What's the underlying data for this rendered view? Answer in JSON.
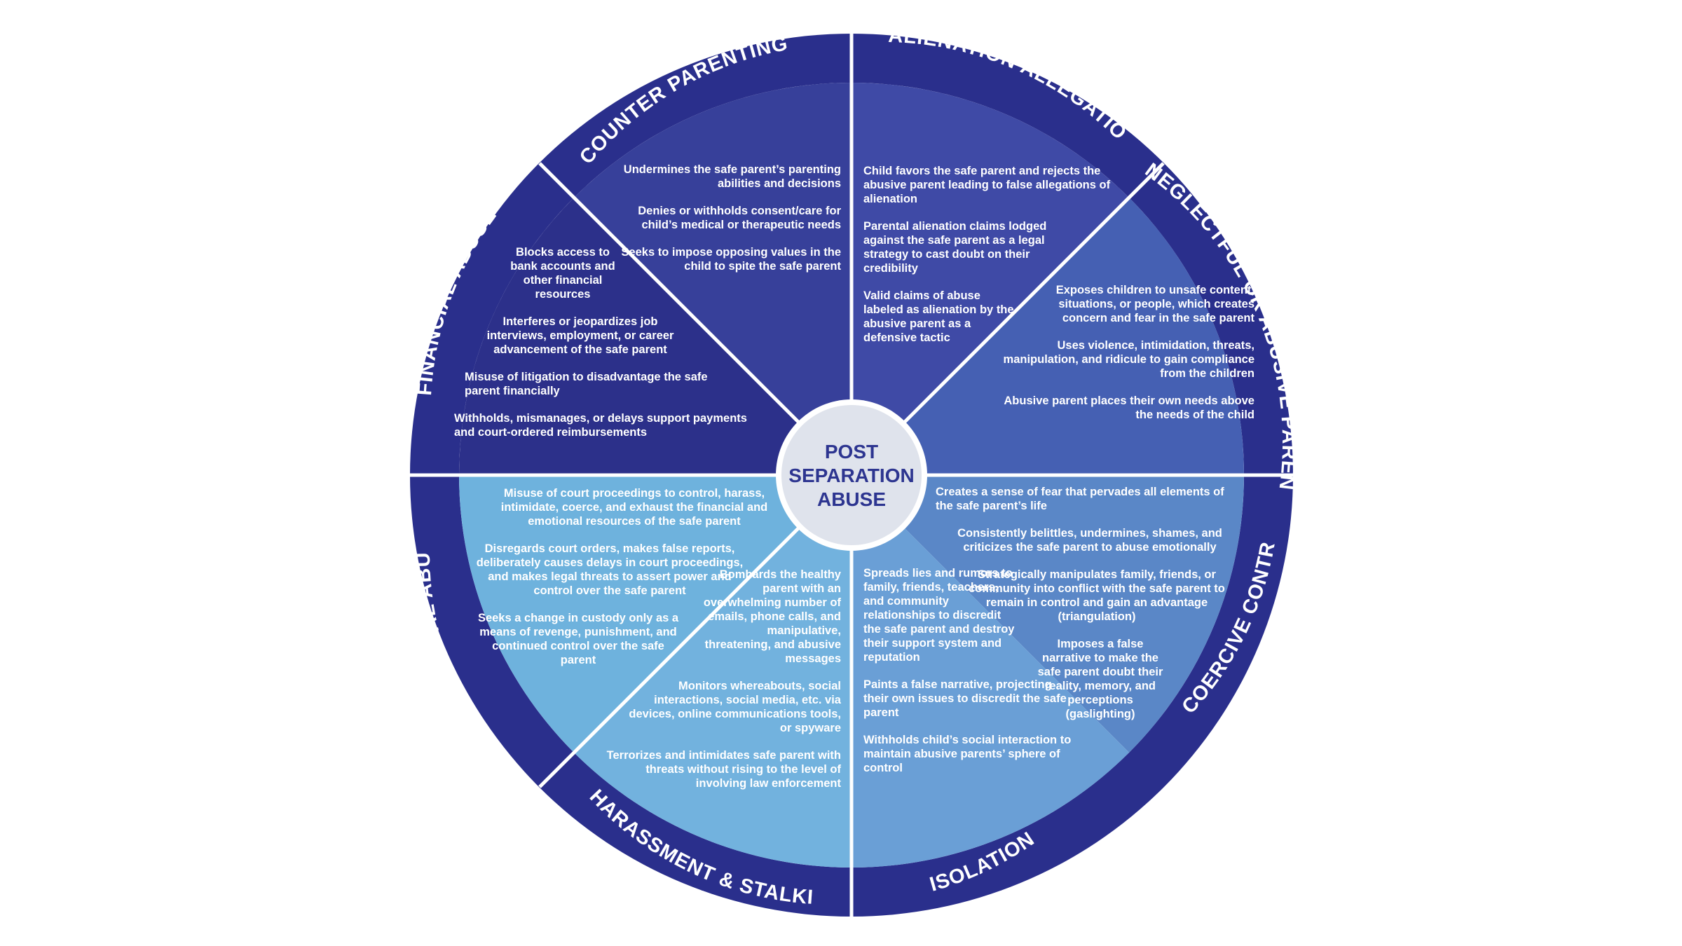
{
  "center": {
    "lines": [
      "POST",
      "SEPARATION",
      "ABUSE"
    ]
  },
  "colors": {
    "ring_outer": "#2a2f8c",
    "divider": "#ffffff",
    "center_fill": "#dfe3ec",
    "center_text": "#2d3590",
    "financial_abuse": "#2c308a",
    "counter_parenting": "#37409a",
    "alienation_allegations": "#3f4aa6",
    "neglectful_parenting": "#4560b3",
    "coercive_control": "#5a87c7",
    "isolation": "#6a9fd6",
    "harassment_stalking": "#72b2de",
    "legal_abuse": "#6eb2dd"
  },
  "segments": {
    "counter_parenting": {
      "label": "COUNTER PARENTING",
      "items": [
        "Undermines the safe parent’s parenting abilities and decisions",
        "Denies or withholds consent/care for child’s medical or therapeutic needs",
        "Seeks to impose opposing values in the child to spite the safe parent"
      ]
    },
    "alienation_allegations": {
      "label": "ALIENATION ALLEGATIONS",
      "items": [
        "Child favors the safe parent and rejects the abusive parent leading to false allegations of alienation",
        "Parental alienation claims lodged against the safe parent as a legal strategy to cast doubt on their credibility",
        "Valid claims of abuse labeled as alienation by the abusive parent as a defensive tactic"
      ]
    },
    "neglectful_parenting": {
      "label": "NEGLECTFUL OR ABUSIVE PARENTING",
      "items": [
        "Exposes children to unsafe content, situations, or people, which creates concern and fear in the safe parent",
        "Uses violence, intimidation, threats, manipulation, and ridicule to gain compliance from the children",
        "Abusive parent places their own needs above the needs of the child"
      ]
    },
    "coercive_control": {
      "label": "COERCIVE CONTROL",
      "items": [
        "Creates a sense of fear that pervades all elements of the safe parent’s life",
        "Consistently belittles, undermines, shames, and criticizes the safe parent to abuse emotionally",
        "Strategically manipulates family, friends, or community into conflict with the safe parent to remain in control and gain an advantage (triangulation)",
        "Imposes a false narrative to make the safe parent doubt their reality, memory, and perceptions (gaslighting)"
      ]
    },
    "isolation": {
      "label": "ISOLATION",
      "items": [
        "Spreads lies and rumors to family, friends, teachers, and community relationships to discredit the safe parent and destroy their support system and reputation",
        "Paints a false narrative, projecting their own issues to discredit the safe parent",
        "Withholds child’s social interaction to maintain abusive parents’ sphere of control"
      ]
    },
    "harassment_stalking": {
      "label": "HARASSMENT & STALKING",
      "items": [
        "Bombards the healthy parent with an overwhelming number of emails, phone calls, and manipulative, threatening, and abusive messages",
        "Monitors whereabouts, social interactions, social media, etc. via devices, online communications tools, or spyware",
        "Terrorizes and intimidates safe parent with threats without rising to the level of involving law enforcement"
      ]
    },
    "legal_abuse": {
      "label": "LEGAL ABUSE",
      "items": [
        "Misuse of court proceedings to control, harass, intimidate, coerce, and exhaust the financial and emotional resources of the safe parent",
        "Disregards court orders, makes false reports, deliberately causes delays in court proceedings, and makes legal threats to assert power and control over the safe parent",
        "Seeks a change in custody only as a means of revenge, punishment, and continued control over the safe parent"
      ]
    },
    "financial_abuse": {
      "label": "FINANCIAL ABUSE",
      "items": [
        "Blocks access to bank accounts and other financial resources",
        "Interferes or jeopardizes job interviews, employment, or career advancement of the safe parent",
        "Misuse of litigation to disadvantage the safe parent financially",
        "Withholds, mismanages, or delays support payments and court-ordered reimbursements"
      ]
    }
  }
}
